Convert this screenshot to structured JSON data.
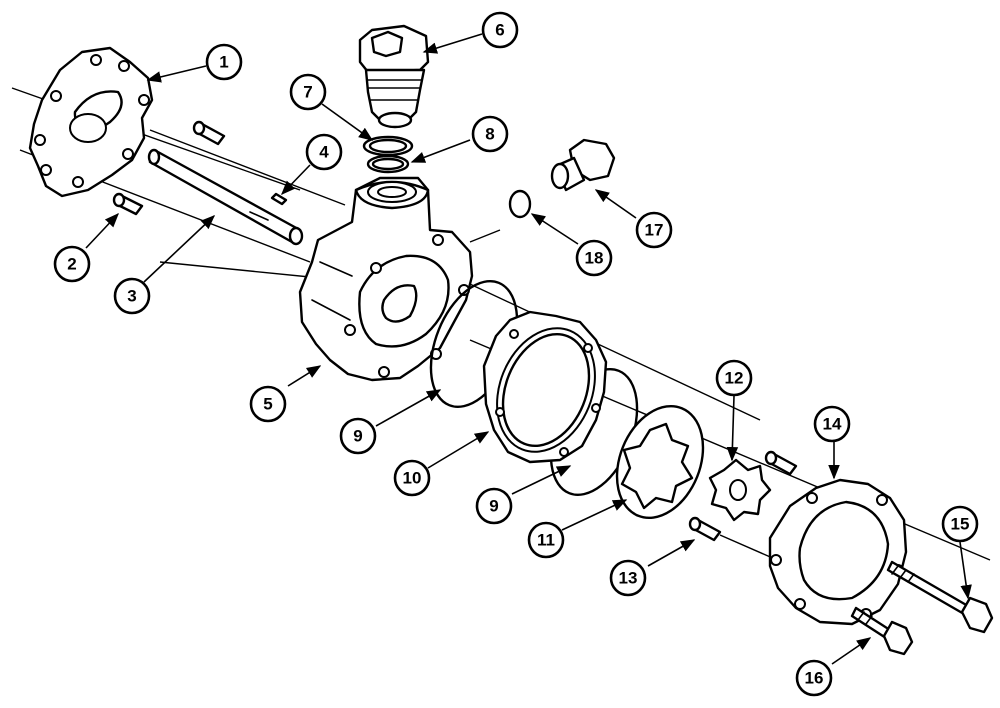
{
  "diagram": {
    "callouts": [
      {
        "id": "1",
        "label": "1"
      },
      {
        "id": "2",
        "label": "2"
      },
      {
        "id": "3",
        "label": "3"
      },
      {
        "id": "4",
        "label": "4"
      },
      {
        "id": "5",
        "label": "5"
      },
      {
        "id": "6",
        "label": "6"
      },
      {
        "id": "7",
        "label": "7"
      },
      {
        "id": "8",
        "label": "8"
      },
      {
        "id": "9a",
        "label": "9"
      },
      {
        "id": "9b",
        "label": "9"
      },
      {
        "id": "10",
        "label": "10"
      },
      {
        "id": "11",
        "label": "11"
      },
      {
        "id": "12",
        "label": "12"
      },
      {
        "id": "13",
        "label": "13"
      },
      {
        "id": "14",
        "label": "14"
      },
      {
        "id": "15",
        "label": "15"
      },
      {
        "id": "16",
        "label": "16"
      },
      {
        "id": "17",
        "label": "17"
      },
      {
        "id": "18",
        "label": "18"
      }
    ]
  }
}
